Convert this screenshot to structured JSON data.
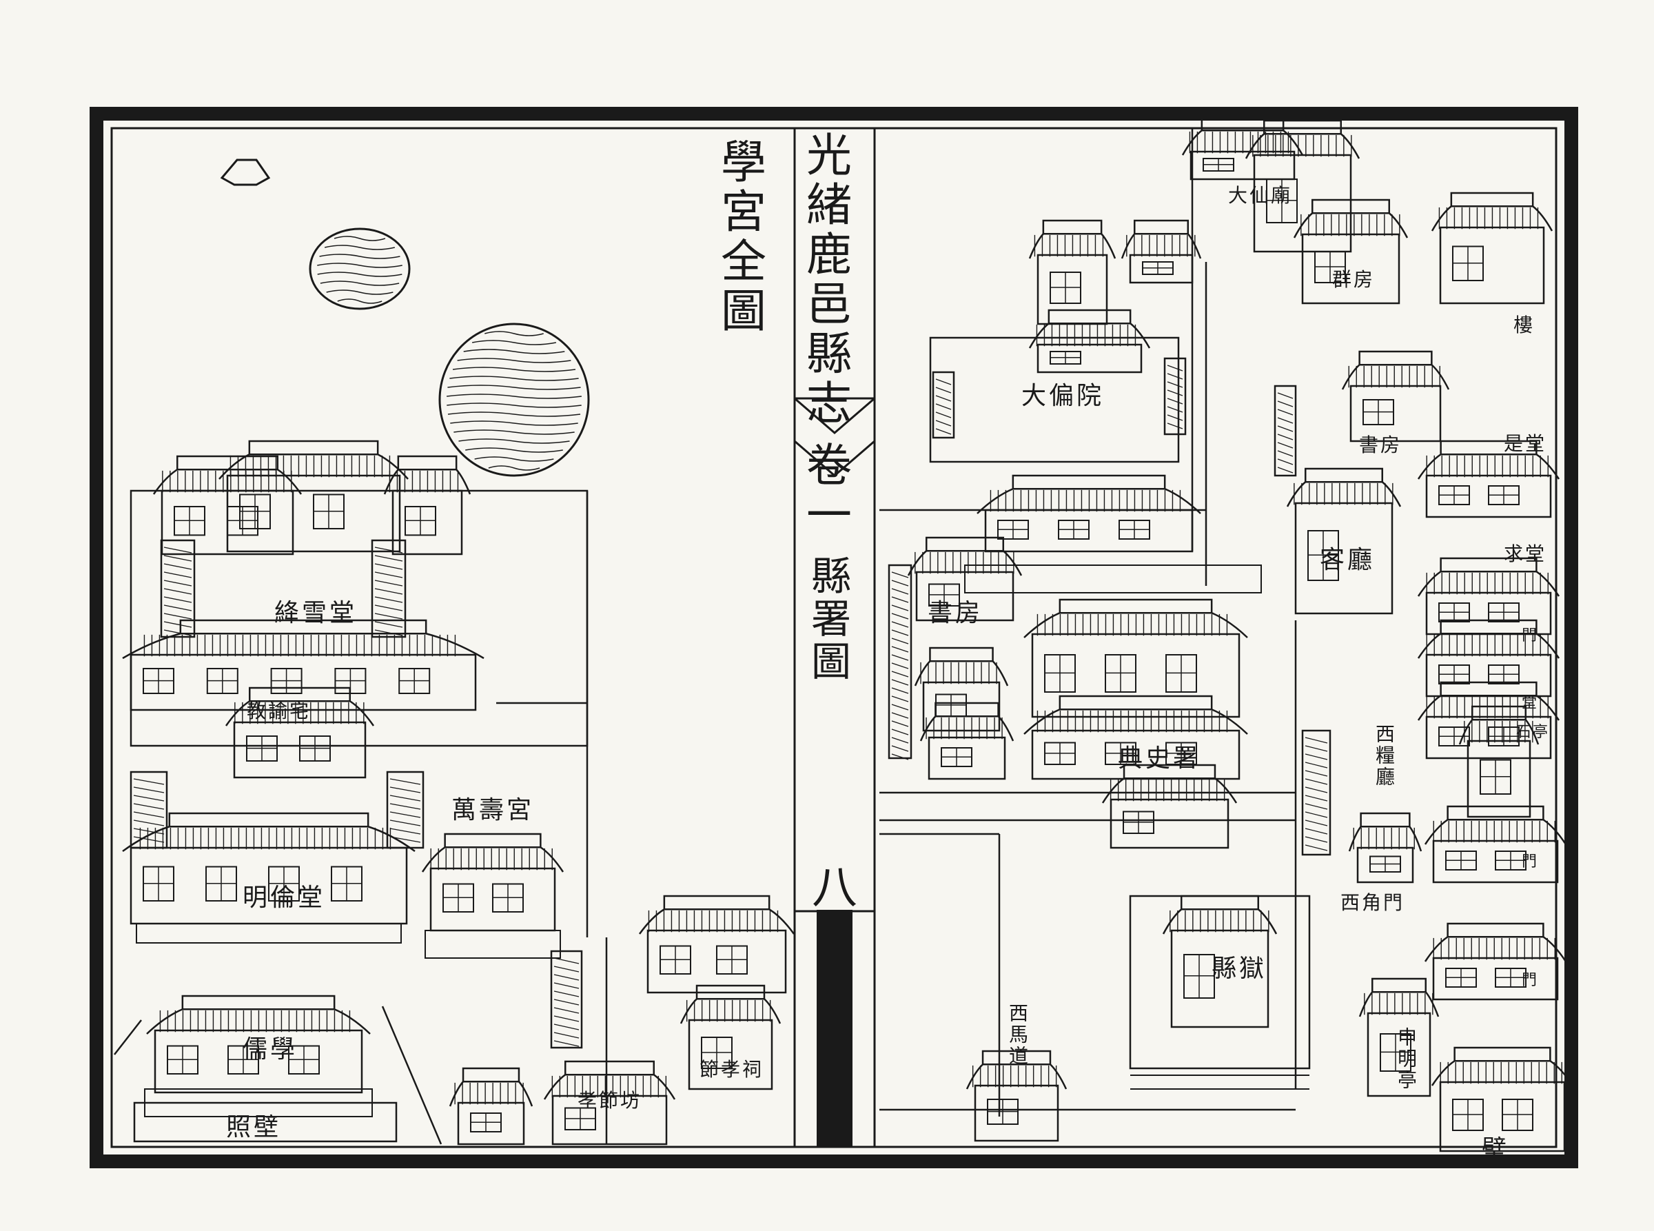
{
  "spine": {
    "book_title": "光緒鹿邑縣志",
    "volume": "卷一",
    "section_title": "縣署圖",
    "page_number": "八"
  },
  "left_page": {
    "title": "學宮全圖",
    "labels": {
      "jiangxue_tang": "絳雪堂",
      "jiaoyu_zhai": "教諭宅",
      "wanshou_gong": "萬壽宮",
      "minglun_tang": "明倫堂",
      "ruxue": "儒學",
      "zhaobi": "照壁",
      "xiaozi_fang": "孝節坊",
      "jiexiao_ci": "節孝祠"
    }
  },
  "right_page": {
    "labels": {
      "daxian_miao": "大仙廟",
      "dapian_yuan": "大偏院",
      "qun_fang": "群房",
      "lou": "樓",
      "shu_fang_upper": "書房",
      "shi_tang": "是堂",
      "ke_ting": "客廳",
      "qiu_tang": "求堂",
      "shu_fang_lower": "書房",
      "men_1": "門",
      "tang": "堂",
      "dian_shi_shu": "典史署",
      "xi_liang_ting": "西糧廳",
      "shi_ting": "石亭",
      "xijiao_men": "西角門",
      "men_2": "門",
      "xian_yu": "縣獄",
      "xima_dao": "西馬道",
      "men_3": "門",
      "shenming_ting": "申明亭",
      "bi": "壁"
    }
  },
  "colors": {
    "ink": "#1a1a1a",
    "paper": "#f7f6f1"
  }
}
